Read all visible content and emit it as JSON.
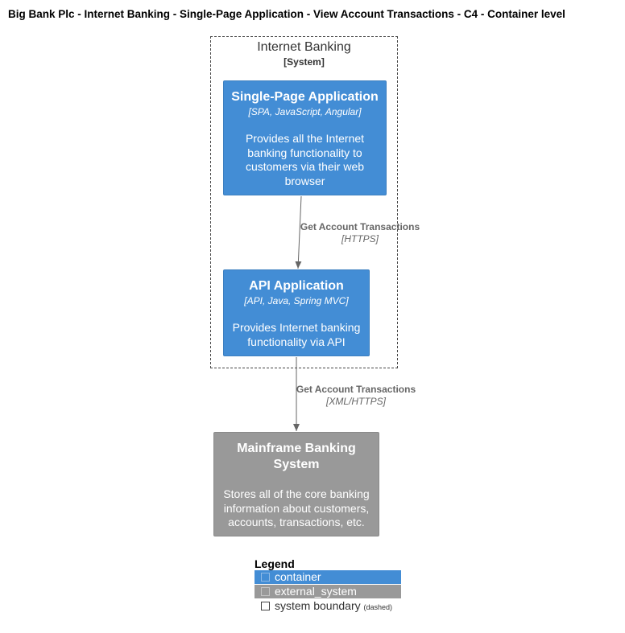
{
  "title": "Big Bank Plc - Internet Banking - Single-Page Application - View Account Transactions - C4 - Container level",
  "boundary": {
    "name": "Internet Banking",
    "type": "[System]"
  },
  "containers": [
    {
      "id": "spa",
      "name": "Single-Page Application",
      "technology": "[SPA, JavaScript, Angular]",
      "description_lines": [
        "Provides all the Internet",
        "banking functionality to",
        "customers via their web",
        "browser"
      ]
    },
    {
      "id": "api",
      "name": "API Application",
      "technology": "[API, Java, Spring MVC]",
      "description_lines": [
        "Provides Internet banking",
        "functionality via API"
      ]
    }
  ],
  "external_system": {
    "name_lines": [
      "Mainframe Banking",
      "System"
    ],
    "description_lines": [
      "Stores all of the core banking",
      "information about customers,",
      "accounts, transactions, etc."
    ]
  },
  "relationships": [
    {
      "from": "Single-Page Application",
      "to": "API Application",
      "label": "Get Account Transactions",
      "technology": "[HTTPS]"
    },
    {
      "from": "API Application",
      "to": "Mainframe Banking System",
      "label": "Get Account Transactions",
      "technology": "[XML/HTTPS]"
    }
  ],
  "legend": {
    "title": "Legend",
    "items": [
      {
        "label": "container",
        "color": "#438dd5"
      },
      {
        "label": "external_system",
        "color": "#999999"
      },
      {
        "label": "system boundary",
        "note": "(dashed)"
      }
    ]
  },
  "colors": {
    "container": "#438dd5",
    "external_system": "#999999",
    "arrow": "#666666"
  }
}
